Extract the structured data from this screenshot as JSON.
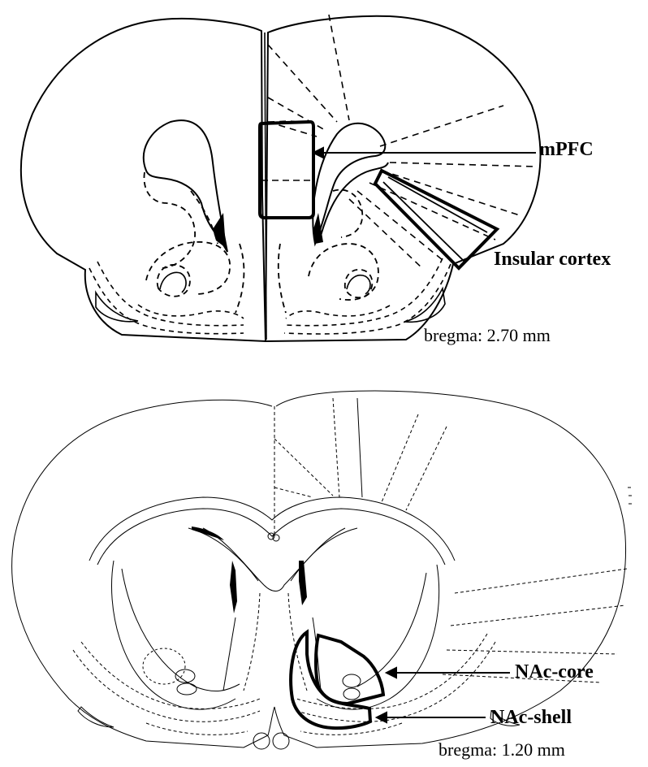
{
  "labels": {
    "mpfc": "mPFC",
    "insular": "Insular cortex",
    "bregma_top": "bregma: 2.70 mm",
    "nac_core": "NAc-core",
    "nac_shell": "NAc-shell",
    "bregma_bottom": "bregma: 1.20 mm"
  }
}
